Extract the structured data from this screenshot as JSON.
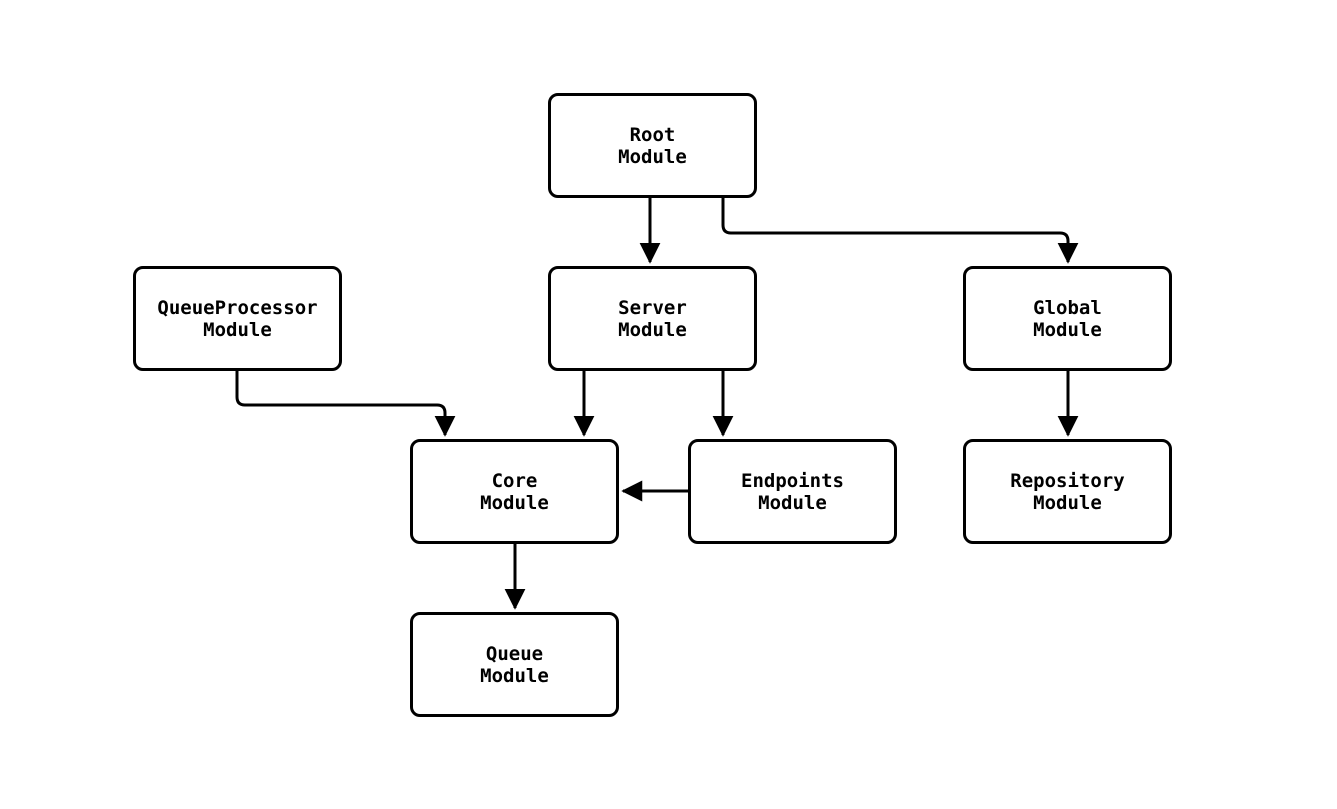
{
  "diagram": {
    "type": "module-dependency-graph",
    "background_color": "#ffffff",
    "stroke_color": "#000000",
    "text_color": "#000000",
    "nodes": {
      "root": {
        "line1": "Root",
        "line2": "Module"
      },
      "queue_processor": {
        "line1": "QueueProcessor",
        "line2": "Module"
      },
      "server": {
        "line1": "Server",
        "line2": "Module"
      },
      "global": {
        "line1": "Global",
        "line2": "Module"
      },
      "core": {
        "line1": "Core",
        "line2": "Module"
      },
      "endpoints": {
        "line1": "Endpoints",
        "line2": "Module"
      },
      "repository": {
        "line1": "Repository",
        "line2": "Module"
      },
      "queue": {
        "line1": "Queue",
        "line2": "Module"
      }
    },
    "edges": [
      {
        "from": "root",
        "to": "server"
      },
      {
        "from": "root",
        "to": "global"
      },
      {
        "from": "queue_processor",
        "to": "core"
      },
      {
        "from": "server",
        "to": "core"
      },
      {
        "from": "server",
        "to": "endpoints"
      },
      {
        "from": "endpoints",
        "to": "core"
      },
      {
        "from": "global",
        "to": "repository"
      },
      {
        "from": "core",
        "to": "queue"
      }
    ]
  }
}
